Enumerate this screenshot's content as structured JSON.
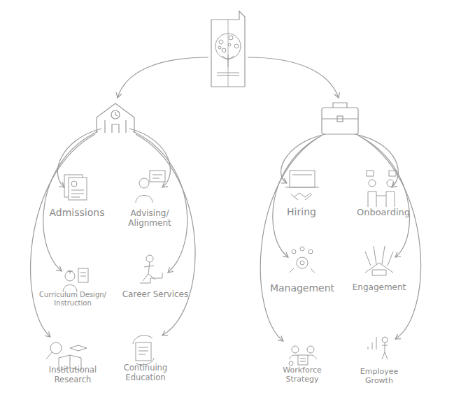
{
  "diagram": {
    "labels": [
      "Admissions",
      "Advising/ Alignment",
      "Curriculum Design/ Instruction",
      "Career Services",
      "Institutional Research",
      "Continuing Education",
      "Hiring",
      "Onboarding",
      "Management",
      "Engagement",
      "Workforce Strategy",
      "Employee Growth"
    ]
  }
}
